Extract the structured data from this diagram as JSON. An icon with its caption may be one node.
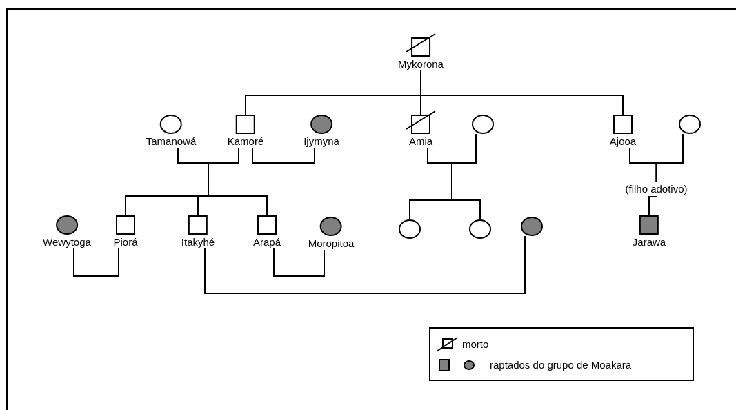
{
  "diagram": {
    "nodes": [
      {
        "text": [],
        "shape": "box",
        "beside": [
          "Mykorona"
        ]
      },
      {
        "text": [],
        "shape": "circle",
        "beside": [
          "Tamanowá"
        ]
      },
      {
        "text": [],
        "shape": "box",
        "beside": [
          "Kamoré"
        ]
      },
      {
        "text": [],
        "shape": "circle",
        "beside": [
          "Ijymyna"
        ]
      },
      {
        "text": [],
        "shape": "box",
        "beside": [
          "Amia"
        ]
      },
      {
        "text": [],
        "shape": "circle"
      },
      {
        "text": [],
        "shape": "box",
        "beside": [
          "Ajooa"
        ]
      },
      {
        "text": [],
        "shape": "circle"
      },
      {
        "text": [],
        "shape": "circle",
        "beside": [
          "Wewytoga"
        ]
      },
      {
        "text": [],
        "shape": "box",
        "beside": [
          "Piorá"
        ]
      },
      {
        "text": [],
        "shape": "box",
        "beside": [
          "Itakyhé"
        ]
      },
      {
        "text": [],
        "shape": "box",
        "beside": [
          "Arapá"
        ]
      },
      {
        "text": [],
        "shape": "circle",
        "beside": [
          "Moropitoa"
        ]
      },
      {
        "text": [],
        "shape": "circle"
      },
      {
        "text": [],
        "shape": "circle"
      },
      {
        "text": [],
        "shape": "circle"
      },
      {
        "text": [],
        "shape": "box",
        "beside": [
          "Jarawa"
        ]
      }
    ],
    "edges": [
      {
        "from": 0,
        "to": 2,
        "arrow": "none"
      },
      {
        "from": 0,
        "to": 4,
        "arrow": "none"
      },
      {
        "from": 0,
        "to": 6,
        "arrow": "none"
      },
      {
        "from": 1,
        "to": 2,
        "arrow": "none"
      },
      {
        "from": 2,
        "to": 3,
        "arrow": "none"
      },
      {
        "from": 4,
        "to": 5,
        "arrow": "none"
      },
      {
        "from": 6,
        "to": 7,
        "arrow": "none"
      },
      {
        "from": 8,
        "to": 9,
        "arrow": "none"
      },
      {
        "from": 11,
        "to": 12,
        "arrow": "none"
      },
      {
        "from": 10,
        "to": 15,
        "arrow": "none"
      },
      {
        "from": 1,
        "to": 9,
        "arrow": "none"
      },
      {
        "from": 2,
        "to": 9,
        "arrow": "none"
      },
      {
        "from": 1,
        "to": 10,
        "arrow": "none"
      },
      {
        "from": 2,
        "to": 10,
        "arrow": "none"
      },
      {
        "from": 1,
        "to": 11,
        "arrow": "none"
      },
      {
        "from": 2,
        "to": 11,
        "arrow": "none"
      },
      {
        "from": 4,
        "to": 13,
        "arrow": "none"
      },
      {
        "from": 5,
        "to": 13,
        "arrow": "none"
      },
      {
        "from": 4,
        "to": 14,
        "arrow": "none"
      },
      {
        "from": 5,
        "to": 14,
        "arrow": "none"
      },
      {
        "from": 6,
        "to": 16,
        "arrow": "none",
        "label": "(filho adotivo)"
      },
      {
        "from": 7,
        "to": 16,
        "arrow": "none"
      }
    ],
    "legend": [
      {
        "text": "morto"
      },
      {
        "text": "raptados do grupo de Moakara",
        "color": "#808080"
      }
    ]
  }
}
